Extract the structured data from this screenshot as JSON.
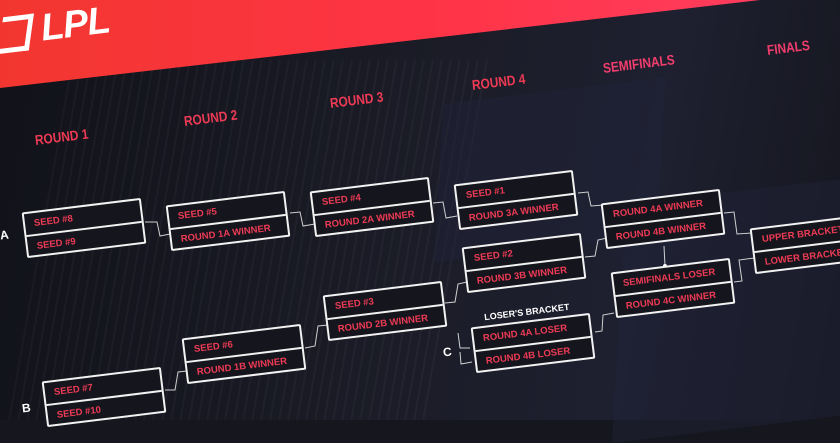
{
  "logo": {
    "text": "LPL"
  },
  "headers": [
    "ROUND 1",
    "ROUND 2",
    "ROUND 3",
    "ROUND 4",
    "SEMIFINALS",
    "FINALS"
  ],
  "group_labels": {
    "a": "A",
    "b": "B",
    "c": "C",
    "losers": "LOSER'S BRACKET"
  },
  "matches": [
    {
      "id": "r1a",
      "top": "SEED #8",
      "bottom": "SEED #9"
    },
    {
      "id": "r1b",
      "top": "SEED #7",
      "bottom": "SEED #10"
    },
    {
      "id": "r2a",
      "top": "SEED #5",
      "bottom": "ROUND 1A WINNER"
    },
    {
      "id": "r2b",
      "top": "SEED #6",
      "bottom": "ROUND 1B WINNER"
    },
    {
      "id": "r3a",
      "top": "SEED #4",
      "bottom": "ROUND 2A WINNER"
    },
    {
      "id": "r3b",
      "top": "SEED #3",
      "bottom": "ROUND 2B WINNER"
    },
    {
      "id": "r4a",
      "top": "SEED #1",
      "bottom": "ROUND 3A WINNER"
    },
    {
      "id": "r4b",
      "top": "SEED #2",
      "bottom": "ROUND 3B WINNER"
    },
    {
      "id": "r4c",
      "top": "ROUND 4A LOSER",
      "bottom": "ROUND 4B LOSER"
    },
    {
      "id": "sfa",
      "top": "ROUND 4A WINNER",
      "bottom": "ROUND 4B WINNER"
    },
    {
      "id": "sfb",
      "top": "SEMIFINALS LOSER",
      "bottom": "ROUND 4C WINNER"
    },
    {
      "id": "final",
      "top": "UPPER BRACKET WINNER",
      "bottom": "LOWER BRACKET WINNER"
    }
  ],
  "colors": {
    "accent": "#ee3a55",
    "banner": "#ff3448",
    "background": "#15161e"
  }
}
